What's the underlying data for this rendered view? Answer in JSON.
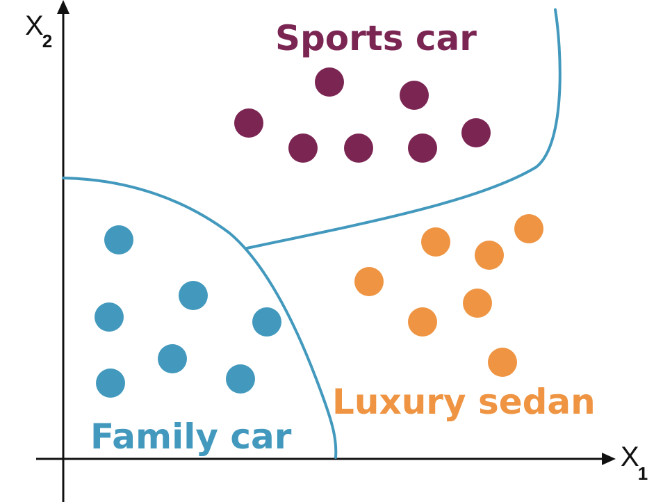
{
  "axes": {
    "x_label": "X",
    "x_subscript": "1",
    "y_label": "X",
    "y_subscript": "2"
  },
  "classes": [
    {
      "name": "Sports car",
      "color": "#7B2553"
    },
    {
      "name": "Luxury sedan",
      "color": "#EE9442"
    },
    {
      "name": "Family car",
      "color": "#4299BD"
    }
  ],
  "boundary_color": "#4299BD",
  "points": {
    "sports_car": [
      [
        474,
        118
      ],
      [
        596,
        137
      ],
      [
        358,
        177
      ],
      [
        685,
        191
      ],
      [
        436,
        213
      ],
      [
        516,
        213
      ],
      [
        608,
        213
      ]
    ],
    "luxury_sedan": [
      [
        761,
        329
      ],
      [
        627,
        348
      ],
      [
        704,
        367
      ],
      [
        531,
        405
      ],
      [
        687,
        436
      ],
      [
        608,
        463
      ],
      [
        723,
        521
      ]
    ],
    "family_car": [
      [
        171,
        345
      ],
      [
        278,
        425
      ],
      [
        157,
        456
      ],
      [
        384,
        463
      ],
      [
        248,
        516
      ],
      [
        346,
        545
      ],
      [
        159,
        551
      ]
    ]
  }
}
